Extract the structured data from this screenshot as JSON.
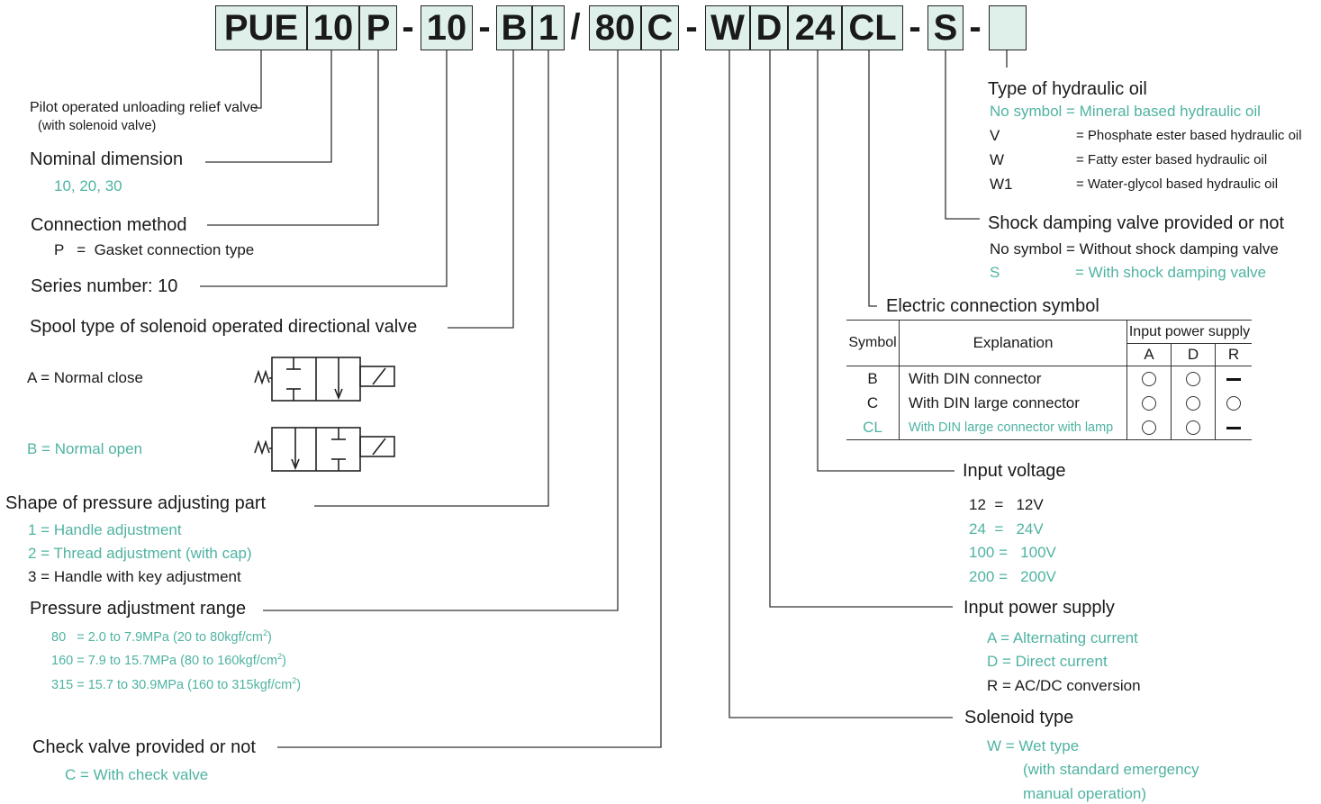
{
  "code": {
    "PUE": "PUE",
    "n10": "10",
    "P": "P",
    "s1": "-",
    "series": "10",
    "s2": "-",
    "B": "B",
    "one": "1",
    "slash": "/",
    "eighty": "80",
    "C": "C",
    "s3": "-",
    "W": "W",
    "D": "D",
    "v24": "24",
    "CL": "CL",
    "s4": "-",
    "S": "S",
    "s5": "-",
    "blank": ""
  },
  "pilot": {
    "label": "Pilot operated unloading relief valve",
    "sub": "(with solenoid valve)"
  },
  "nominal": {
    "label": "Nominal dimension",
    "values": "10, 20, 30"
  },
  "connection": {
    "label": "Connection method",
    "value": "P   =  Gasket connection type"
  },
  "series": {
    "label": "Series number: 10"
  },
  "spool": {
    "label": "Spool type of solenoid operated directional valve",
    "a": "A  =  Normal close",
    "b": "B  =  Normal open"
  },
  "shape": {
    "label": "Shape of pressure adjusting part",
    "opt1": "1 = Handle adjustment",
    "opt2": "2 = Thread adjustment (with cap)",
    "opt3": "3 = Handle with key adjustment"
  },
  "pressure": {
    "label": "Pressure adjustment range",
    "r1a": "80   = 2.0 to 7.9MPa (20 to 80kgf/cm",
    "r1b": ")",
    "r2a": "160 = 7.9 to 15.7MPa (80 to 160kgf/cm",
    "r2b": ")",
    "r3a": "315 = 15.7 to 30.9MPa (160 to 315kgf/cm",
    "r3b": ")",
    "sup": "2"
  },
  "check": {
    "label": "Check valve provided or not",
    "c": "C =  With check valve"
  },
  "oil": {
    "label": "Type of hydraulic oil",
    "none": "No symbol = Mineral based hydraulic oil",
    "rows": [
      {
        "sym": "V",
        "desc": "= Phosphate ester based hydraulic oil"
      },
      {
        "sym": "W",
        "desc": "= Fatty ester based hydraulic oil"
      },
      {
        "sym": "W1",
        "desc": "= Water-glycol based hydraulic oil"
      }
    ]
  },
  "shock": {
    "label": "Shock damping valve provided or not",
    "none": "No symbol = Without shock damping valve",
    "s_sym": "S",
    "s_desc": "= With shock damping valve"
  },
  "electric": {
    "label": "Electric connection symbol",
    "headers": {
      "symbol": "Symbol",
      "explanation": "Explanation",
      "supply": "Input power supply",
      "a": "A",
      "d": "D",
      "r": "R"
    },
    "rows": [
      {
        "sym": "B",
        "exp": "With DIN connector",
        "a": "circle",
        "d": "circle",
        "r": "dash"
      },
      {
        "sym": "C",
        "exp": "With DIN large connector",
        "a": "circle",
        "d": "circle",
        "r": "circle"
      },
      {
        "sym": "CL",
        "exp": "With DIN large connector with lamp",
        "a": "circle",
        "d": "circle",
        "r": "dash"
      }
    ]
  },
  "voltage": {
    "label": "Input voltage",
    "v1": "12  =   12V",
    "v2": "24  =   24V",
    "v3": "100 =   100V",
    "v4": "200 =   200V"
  },
  "power": {
    "label": "Input power supply",
    "a": "A = Alternating current",
    "d": "D = Direct current",
    "r": "R = AC/DC conversion"
  },
  "solenoid": {
    "label": "Solenoid type",
    "w": "W = Wet type",
    "w2": "(with standard emergency",
    "w3": "manual operation)"
  },
  "colors": {
    "accent": "#4fb3a2",
    "box": "#dff0ea",
    "line": "#333333"
  }
}
